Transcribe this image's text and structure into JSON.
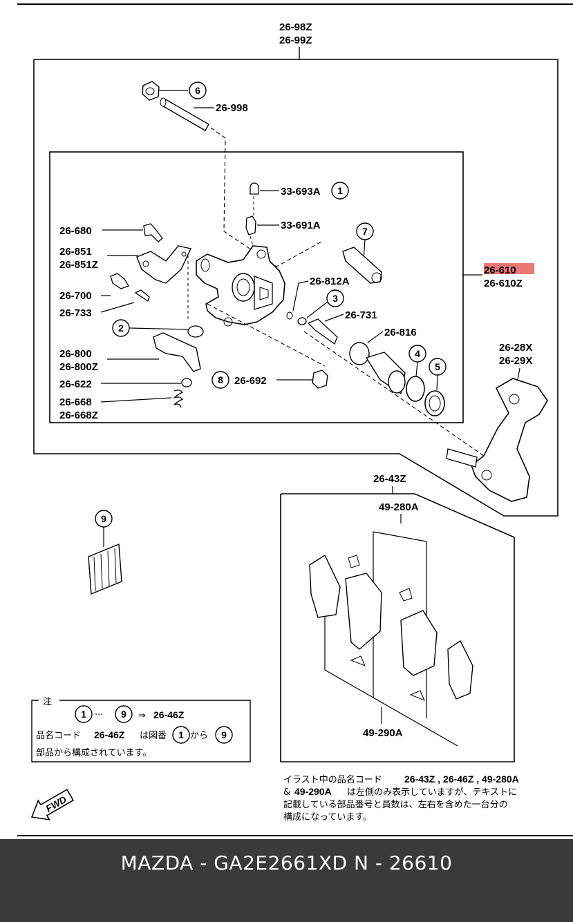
{
  "assembly": {
    "top_code_1": "26-98Z",
    "top_code_2": "26-99Z",
    "caliper_code_highlight": "26-610",
    "caliper_code_2": "26-610Z",
    "bracket_code_1": "26-28X",
    "bracket_code_2": "26-29X"
  },
  "parts": {
    "p26_998": "26-998",
    "p33_693A": "33-693A",
    "p33_691A": "33-691A",
    "p26_680": "26-680",
    "p26_851": "26-851",
    "p26_851Z": "26-851Z",
    "p26_700": "26-700",
    "p26_733": "26-733",
    "p26_812A": "26-812A",
    "p26_731": "26-731",
    "p26_816": "26-816",
    "p26_800": "26-800",
    "p26_800Z": "26-800Z",
    "p26_622": "26-622",
    "p26_668": "26-668",
    "p26_668Z": "26-668Z",
    "p26_692": "26-692"
  },
  "callouts": {
    "c1": "1",
    "c2": "2",
    "c3": "3",
    "c4": "4",
    "c5": "5",
    "c6": "6",
    "c7": "7",
    "c8": "8",
    "c9": "9"
  },
  "pads": {
    "set_code": "26-43Z",
    "upper_code": "49-280A",
    "lower_code": "49-290A"
  },
  "note": {
    "title": "注",
    "line1_range_start": "1",
    "line1_dots": "···",
    "line1_range_end": "9",
    "line1_arrow": "⇒",
    "line1_code": "26-46Z",
    "line2_a": "品名コード",
    "line2_code": "26-46Z",
    "line2_b": "は図番",
    "line2_c": "から",
    "line2_end": "9",
    "line3": "部品から構成されています。"
  },
  "remark": {
    "line1_a": "イラスト中の品名コード",
    "line1_codes": "26-43Z , 26-46Z , 49-280A",
    "line2_a": "&",
    "line2_code": "49-290A",
    "line2_b": "は左側のみ表示していますが、テキストに",
    "line3": "記載している部品番号と員数は、左右を含めた一台分の",
    "line4": "構成になっています。"
  },
  "fwd": "FWD",
  "footer": {
    "text": "MAZDA - GA2E2661XD   N - 26610"
  },
  "colors": {
    "highlight": "#e86060",
    "footer_bg": "#3a3a3a"
  }
}
